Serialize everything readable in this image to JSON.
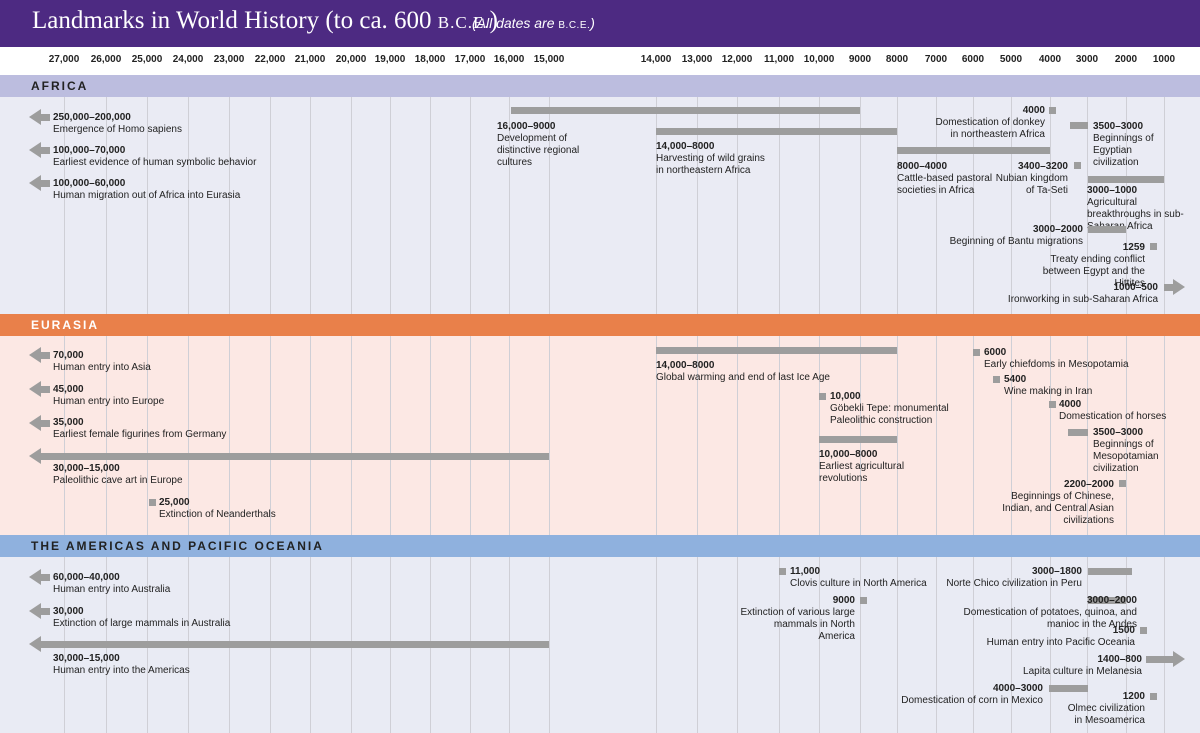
{
  "header": {
    "title_main": "Landmarks in World History (to ca. 600 ",
    "title_sc": "B.C.E.",
    "title_end": ")",
    "subtitle_main": "(All dates are ",
    "subtitle_sc": "B.C.E.",
    "subtitle_end": ")"
  },
  "axis": {
    "ticks": [
      "27,000",
      "26,000",
      "25,000",
      "24,000",
      "23,000",
      "22,000",
      "21,000",
      "20,000",
      "19,000",
      "18,000",
      "17,000",
      "16,000",
      "15,000",
      "14,000",
      "13,000",
      "12,000",
      "11,000",
      "10,000",
      "9000",
      "8000",
      "7000",
      "6000",
      "5000",
      "4000",
      "3000",
      "2000",
      "1000"
    ]
  },
  "colors": {
    "header": "#4d2a82",
    "africa_head": "#bcbddf",
    "africa_body": "#eaebf4",
    "eurasia_head": "#e9804a",
    "eurasia_body": "#fce8e4",
    "americas_head": "#8fb1de",
    "americas_body": "#e9ebf4",
    "bar": "#9d9d9d"
  },
  "sections": {
    "africa": {
      "title": "AFRICA",
      "events": [
        {
          "date": "250,000–200,000",
          "text": "Emergence of Homo sapiens"
        },
        {
          "date": "100,000–70,000",
          "text": "Earliest evidence of human symbolic behavior"
        },
        {
          "date": "100,000–60,000",
          "text": "Human migration out of Africa into Eurasia"
        },
        {
          "date": "16,000–9000",
          "text": "Development of distinctive regional cultures"
        },
        {
          "date": "14,000–8000",
          "text": "Harvesting of wild grains in northeastern Africa"
        },
        {
          "date": "8000–4000",
          "text": "Cattle-based pastoral societies in Africa"
        },
        {
          "date": "4000",
          "text": "Domestication of donkey in northeastern Africa"
        },
        {
          "date": "3500–3000",
          "text": "Beginnings of Egyptian civilization"
        },
        {
          "date": "3400–3200",
          "text": "Nubian kingdom of Ta-Seti"
        },
        {
          "date": "3000–1000",
          "text": "Agricultural breakthroughs in sub-Saharan Africa"
        },
        {
          "date": "3000–2000",
          "text": "Beginning of Bantu migrations"
        },
        {
          "date": "1259",
          "text": "Treaty ending conflict between Egypt and the Hittites"
        },
        {
          "date": "1000–500",
          "text": "Ironworking in sub-Saharan Africa"
        }
      ]
    },
    "eurasia": {
      "title": "EURASIA",
      "events": [
        {
          "date": "70,000",
          "text": "Human entry into Asia"
        },
        {
          "date": "45,000",
          "text": "Human entry into Europe"
        },
        {
          "date": "35,000",
          "text": "Earliest female figurines from Germany"
        },
        {
          "date": "30,000–15,000",
          "text": "Paleolithic cave art in Europe"
        },
        {
          "date": "25,000",
          "text": "Extinction of Neanderthals"
        },
        {
          "date": "14,000–8000",
          "text": "Global warming and end of last Ice Age"
        },
        {
          "date": "10,000",
          "text": "Göbekli Tepe: monumental Paleolithic construction"
        },
        {
          "date": "10,000–8000",
          "text": "Earliest agricultural revolutions"
        },
        {
          "date": "6000",
          "text": "Early chiefdoms in Mesopotamia"
        },
        {
          "date": "5400",
          "text": "Wine making in Iran"
        },
        {
          "date": "4000",
          "text": "Domestication of horses"
        },
        {
          "date": "3500–3000",
          "text": "Beginnings of Mesopotamian civilization"
        },
        {
          "date": "2200–2000",
          "text": "Beginnings of Chinese, Indian, and Central Asian civilizations"
        }
      ]
    },
    "americas": {
      "title": "THE AMERICAS AND PACIFIC OCEANIA",
      "events": [
        {
          "date": "60,000–40,000",
          "text": "Human entry into Australia"
        },
        {
          "date": "30,000",
          "text": "Extinction of large mammals in Australia"
        },
        {
          "date": "30,000–15,000",
          "text": "Human entry into the Americas"
        },
        {
          "date": "11,000",
          "text": "Clovis culture in North America"
        },
        {
          "date": "9000",
          "text": "Extinction of various large mammals in North America"
        },
        {
          "date": "3000–1800",
          "text": "Norte Chico civilization in Peru"
        },
        {
          "date": "3000–2000",
          "text": "Domestication of potatoes, quinoa, and manioc in the Andes"
        },
        {
          "date": "1500",
          "text": "Human entry into Pacific Oceania"
        },
        {
          "date": "1400–800",
          "text": "Lapita culture in Melanesia"
        },
        {
          "date": "4000–3000",
          "text": "Domestication of corn in Mexico"
        },
        {
          "date": "1200",
          "text": "Olmec civilization in Mesoamerica"
        }
      ]
    }
  }
}
